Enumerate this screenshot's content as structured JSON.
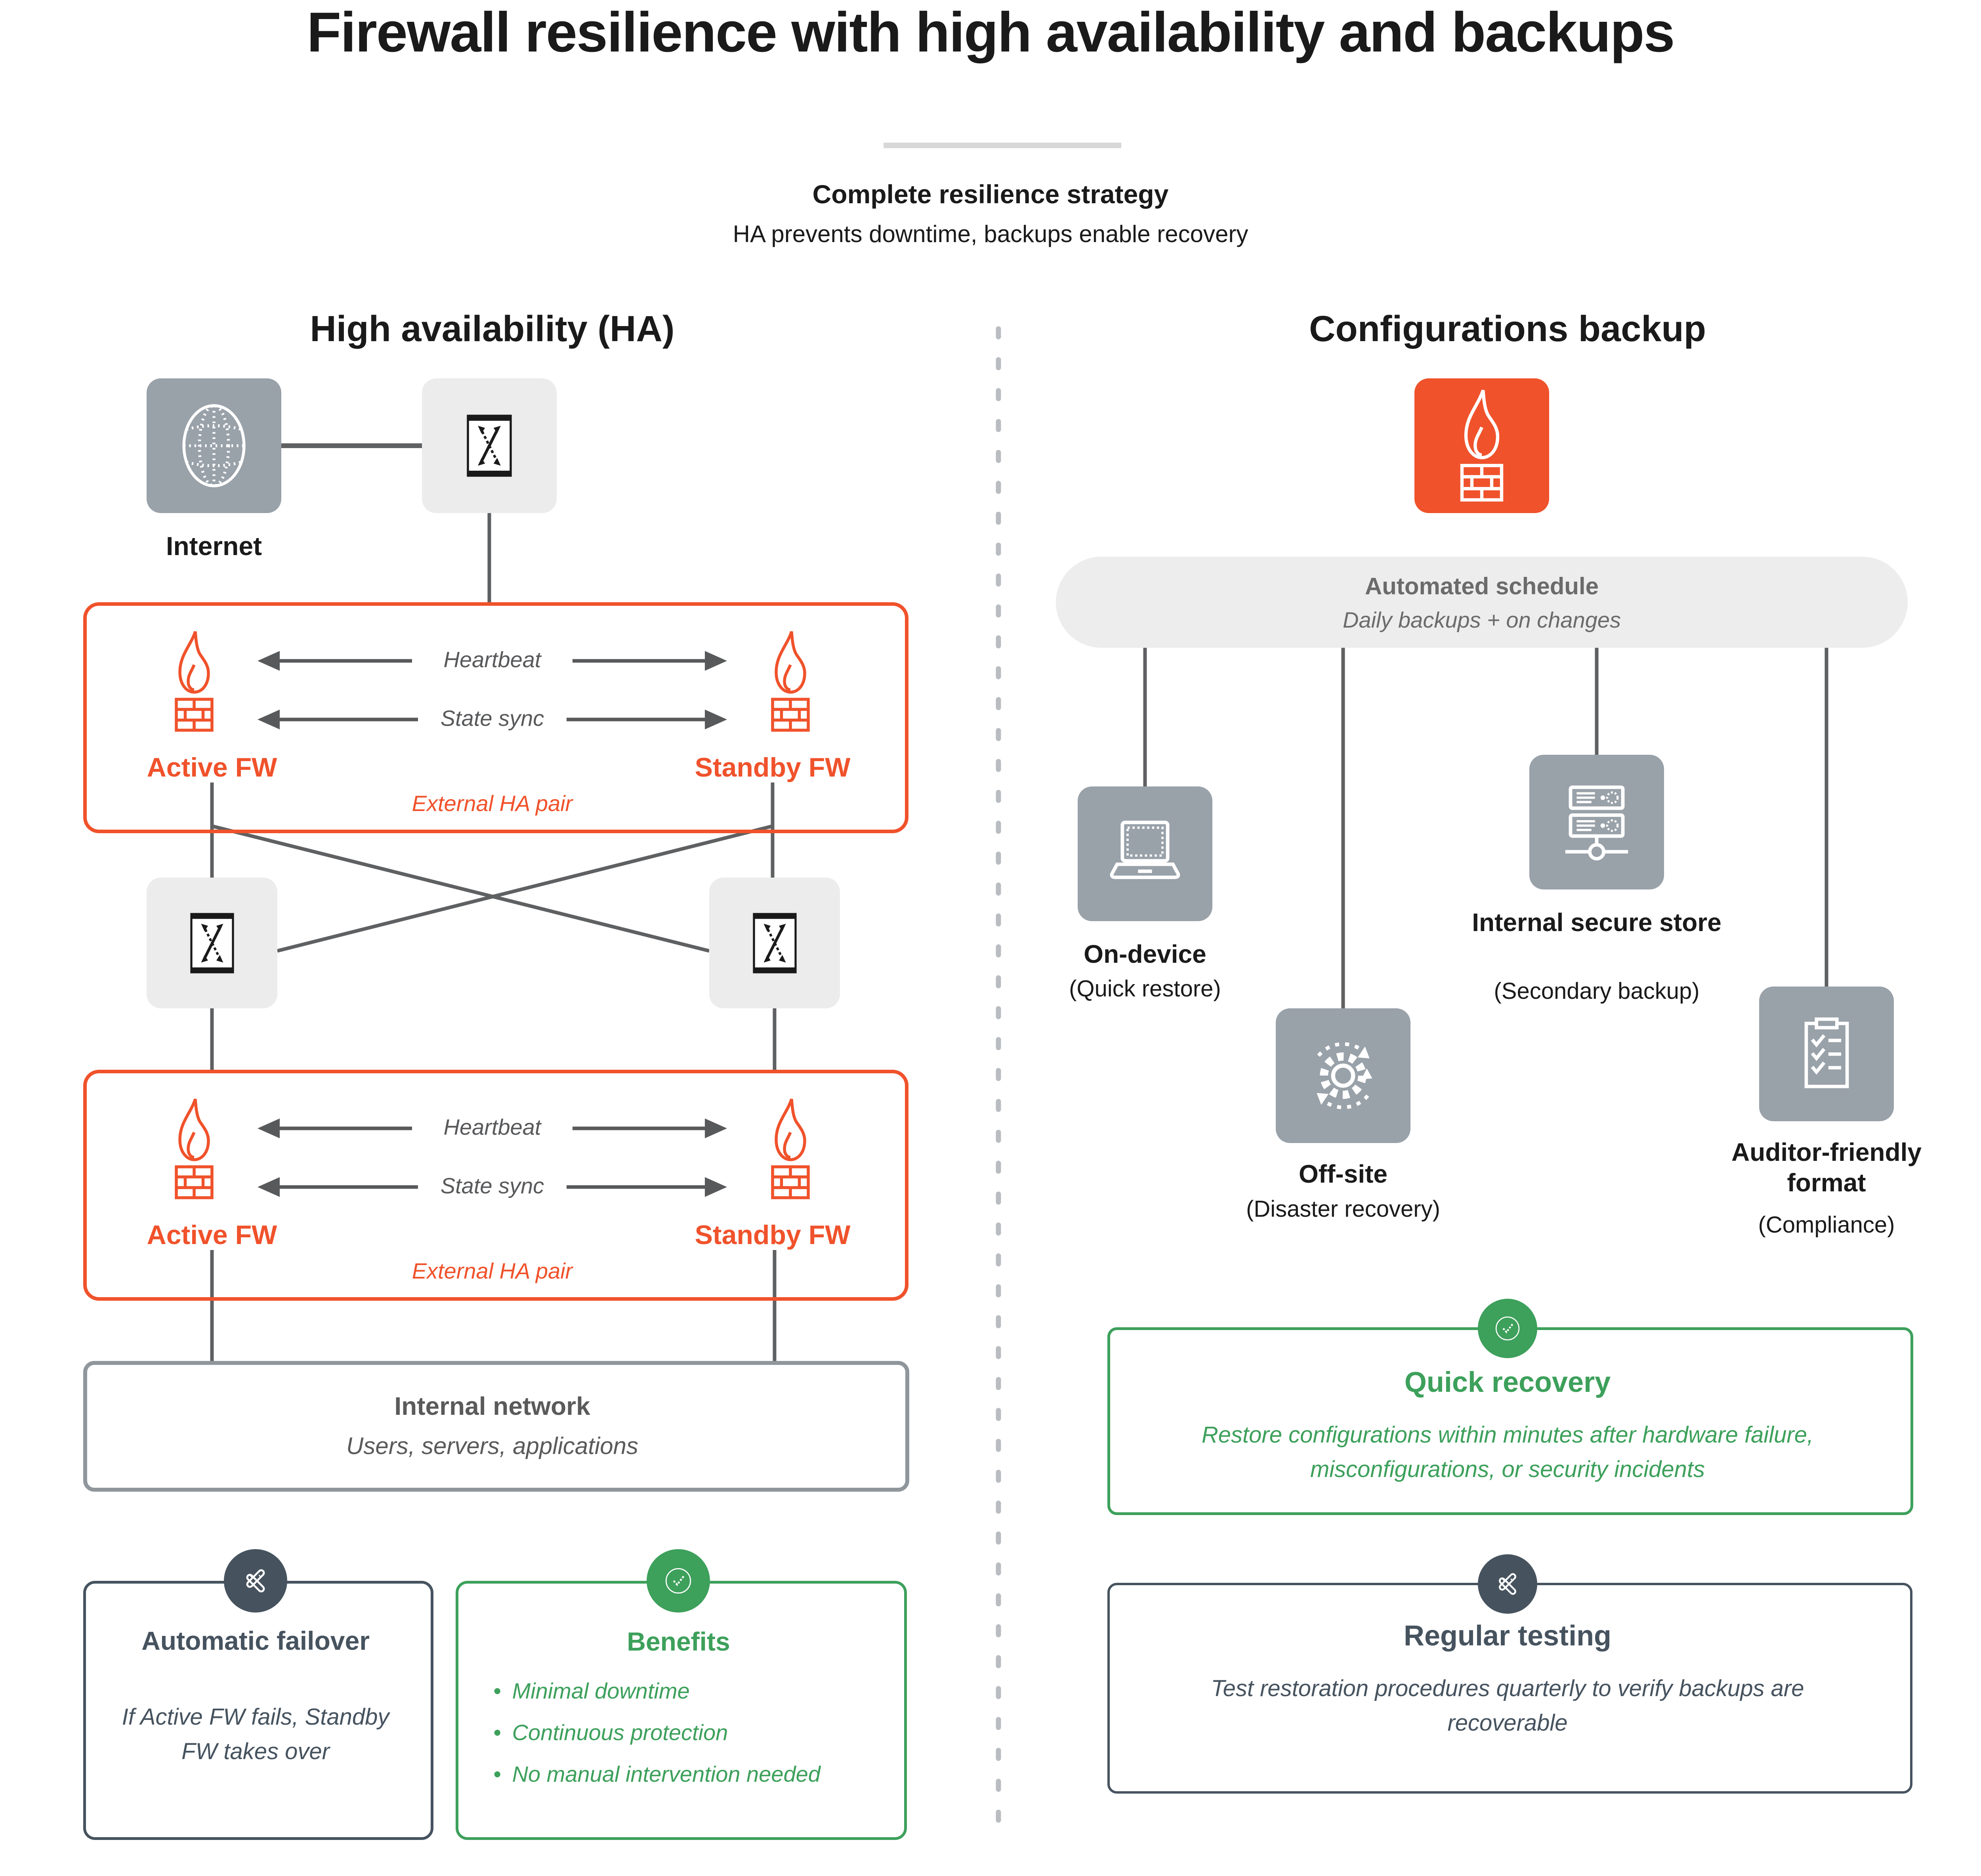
{
  "page": {
    "title": "Firewall resilience with high availability and backups",
    "subtitle_bold": "Complete resilience strategy",
    "subtitle": "HA prevents downtime, backups enable recovery"
  },
  "colors": {
    "orange": "#F0522B",
    "green": "#3DA05B",
    "slate": "#46535F",
    "icon_grey": "#99A1A9",
    "tile_light_grey": "#ECECEC",
    "pill_grey": "#EDEDEE",
    "text_grey": "#58595B",
    "line_grey": "#5F6062",
    "divider_dot_grey": "#B9BDC1",
    "network_border_grey": "#8F969C"
  },
  "ha": {
    "heading": "High availability (HA)",
    "internet_label": "Internet",
    "pairs": [
      {
        "link1": "Heartbeat",
        "link2": "State sync",
        "active": "Active FW",
        "standby": "Standby FW",
        "caption": "External HA pair"
      },
      {
        "link1": "Heartbeat",
        "link2": "State sync",
        "active": "Active FW",
        "standby": "Standby FW",
        "caption": "External HA pair"
      }
    ],
    "internal_network": {
      "title": "Internal network",
      "subtitle": "Users, servers, applications"
    },
    "failover": {
      "title": "Automatic failover",
      "body": "If Active FW fails, Standby FW takes over"
    },
    "benefits": {
      "title": "Benefits",
      "items": [
        "Minimal downtime",
        "Continuous protection",
        "No manual intervention needed"
      ]
    }
  },
  "backup": {
    "heading": "Configurations backup",
    "schedule": {
      "title": "Automated schedule",
      "subtitle": "Daily backups + on changes"
    },
    "destinations": [
      {
        "title": "On-device",
        "subtitle": "(Quick restore)"
      },
      {
        "title": "Internal secure store",
        "subtitle": "(Secondary backup)"
      },
      {
        "title": "Off-site",
        "subtitle": "(Disaster recovery)"
      },
      {
        "title": "Auditor-friendly format",
        "subtitle": "(Compliance)"
      }
    ],
    "quick_recovery": {
      "title": "Quick recovery",
      "body": "Restore configurations within minutes after hardware failure, misconfigurations, or security incidents"
    },
    "regular_testing": {
      "title": "Regular testing",
      "body": "Test restoration procedures quarterly to verify backups are recoverable"
    }
  }
}
